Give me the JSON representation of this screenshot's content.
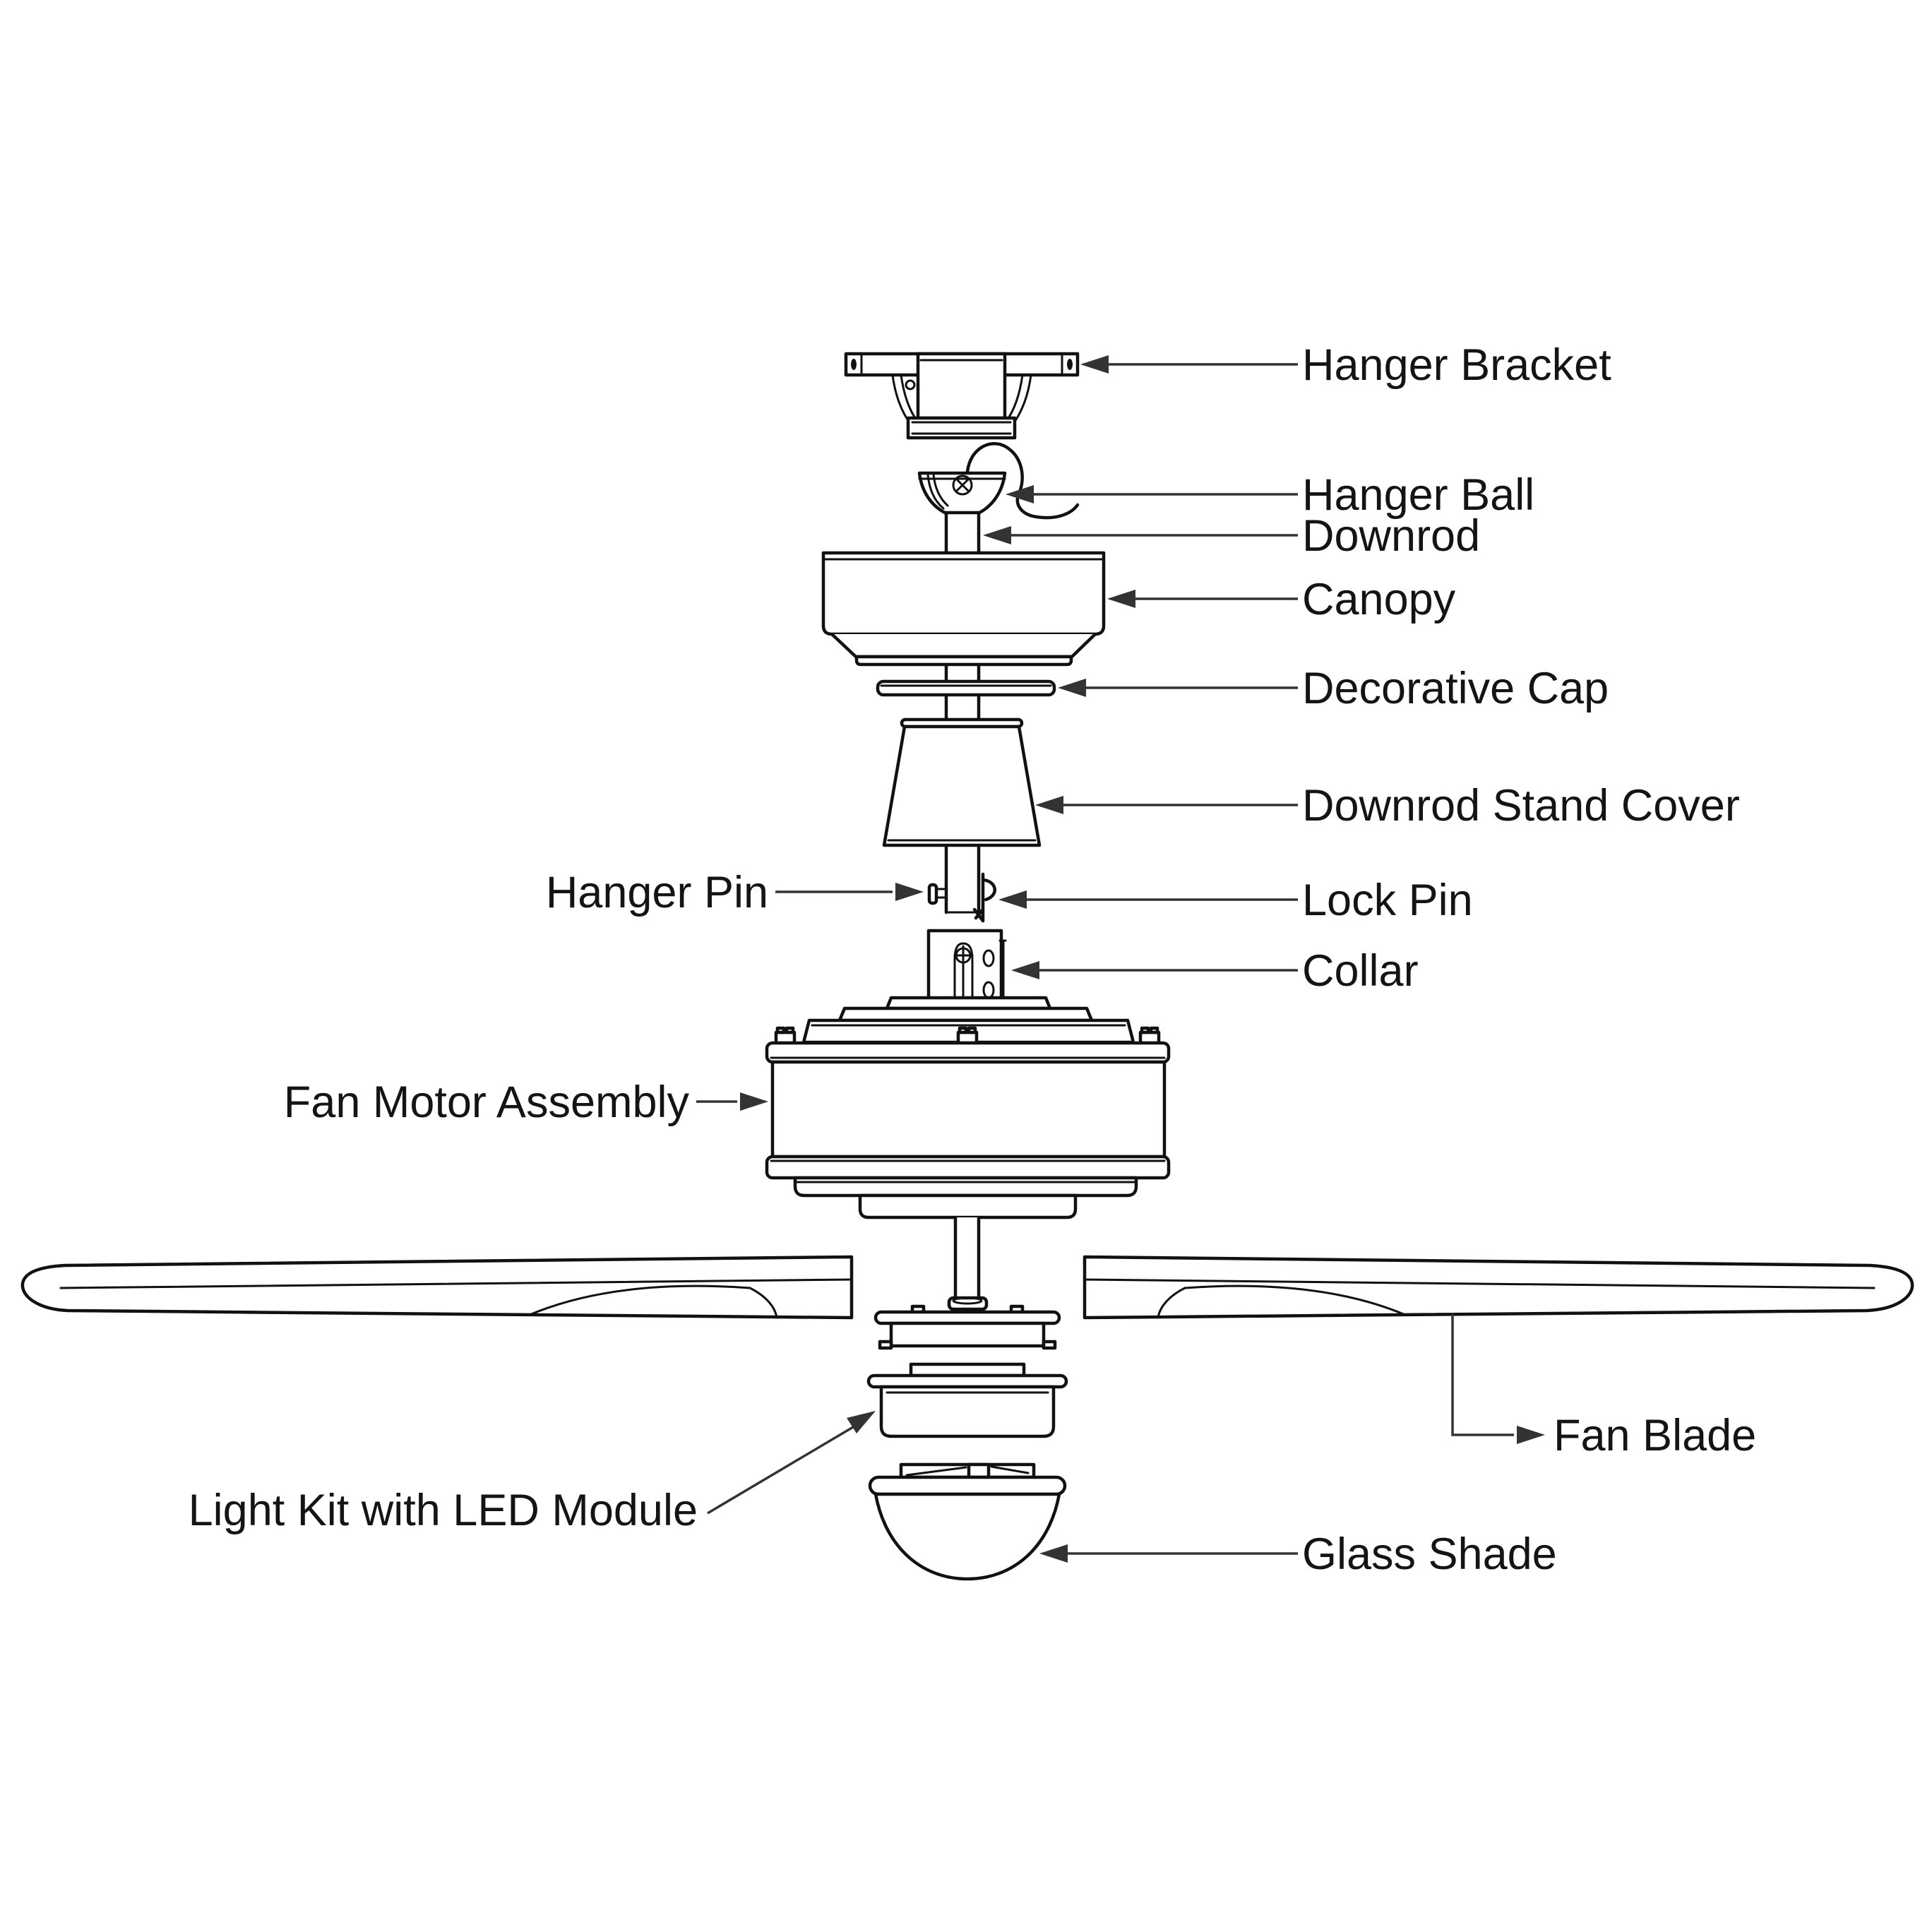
{
  "diagram": {
    "background_color": "#ffffff",
    "line_color": "#111111",
    "label_color": "#141414",
    "labels": {
      "hanger_bracket": "Hanger Bracket",
      "hanger_ball": "Hanger Ball",
      "downrod": "Downrod",
      "canopy": "Canopy",
      "decorative_cap": "Decorative Cap",
      "downrod_stand_cover": "Downrod Stand Cover",
      "hanger_pin": "Hanger Pin",
      "lock_pin": "Lock Pin",
      "collar": "Collar",
      "fan_motor_assembly": "Fan Motor Assembly",
      "fan_blade": "Fan Blade",
      "light_kit": "Light Kit with LED Module",
      "glass_shade": "Glass Shade"
    }
  }
}
